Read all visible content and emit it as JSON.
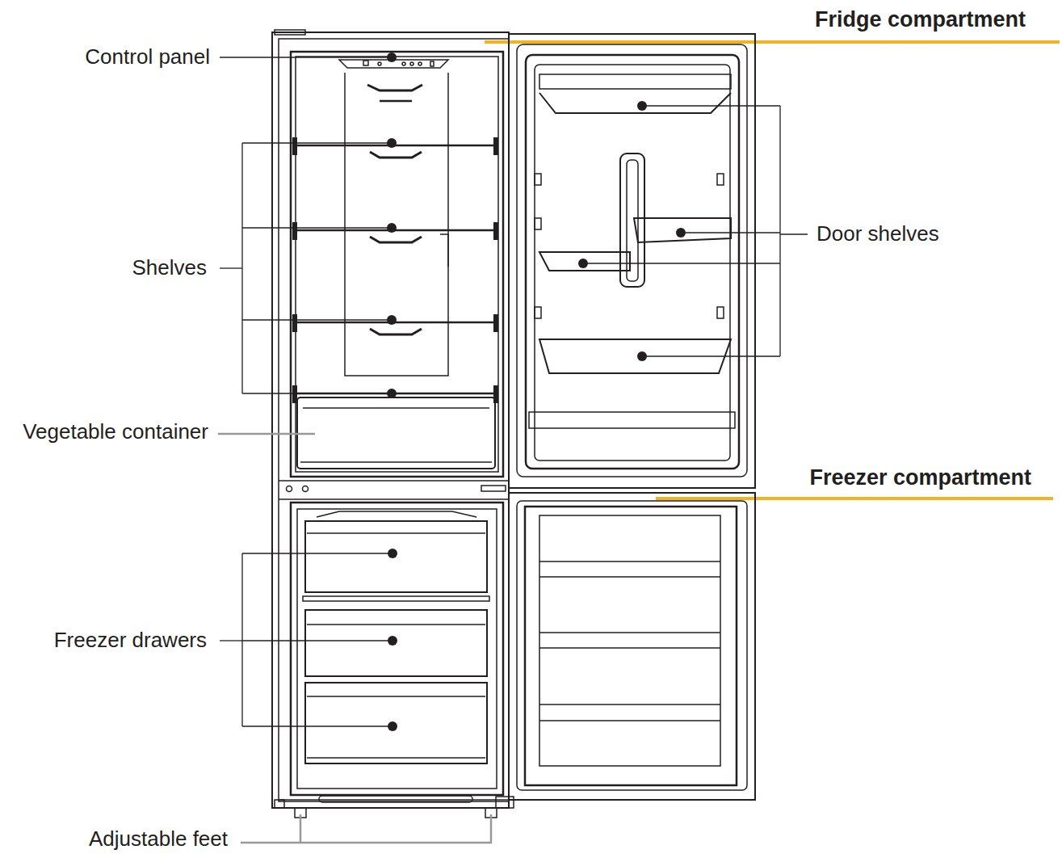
{
  "diagram": {
    "labels": [
      "Fridge compartment",
      "Control panel",
      "Shelves",
      "Door shelves",
      "Vegetable container",
      "Freezer compartment",
      "Freezer drawers",
      "Adjustable feet"
    ]
  }
}
